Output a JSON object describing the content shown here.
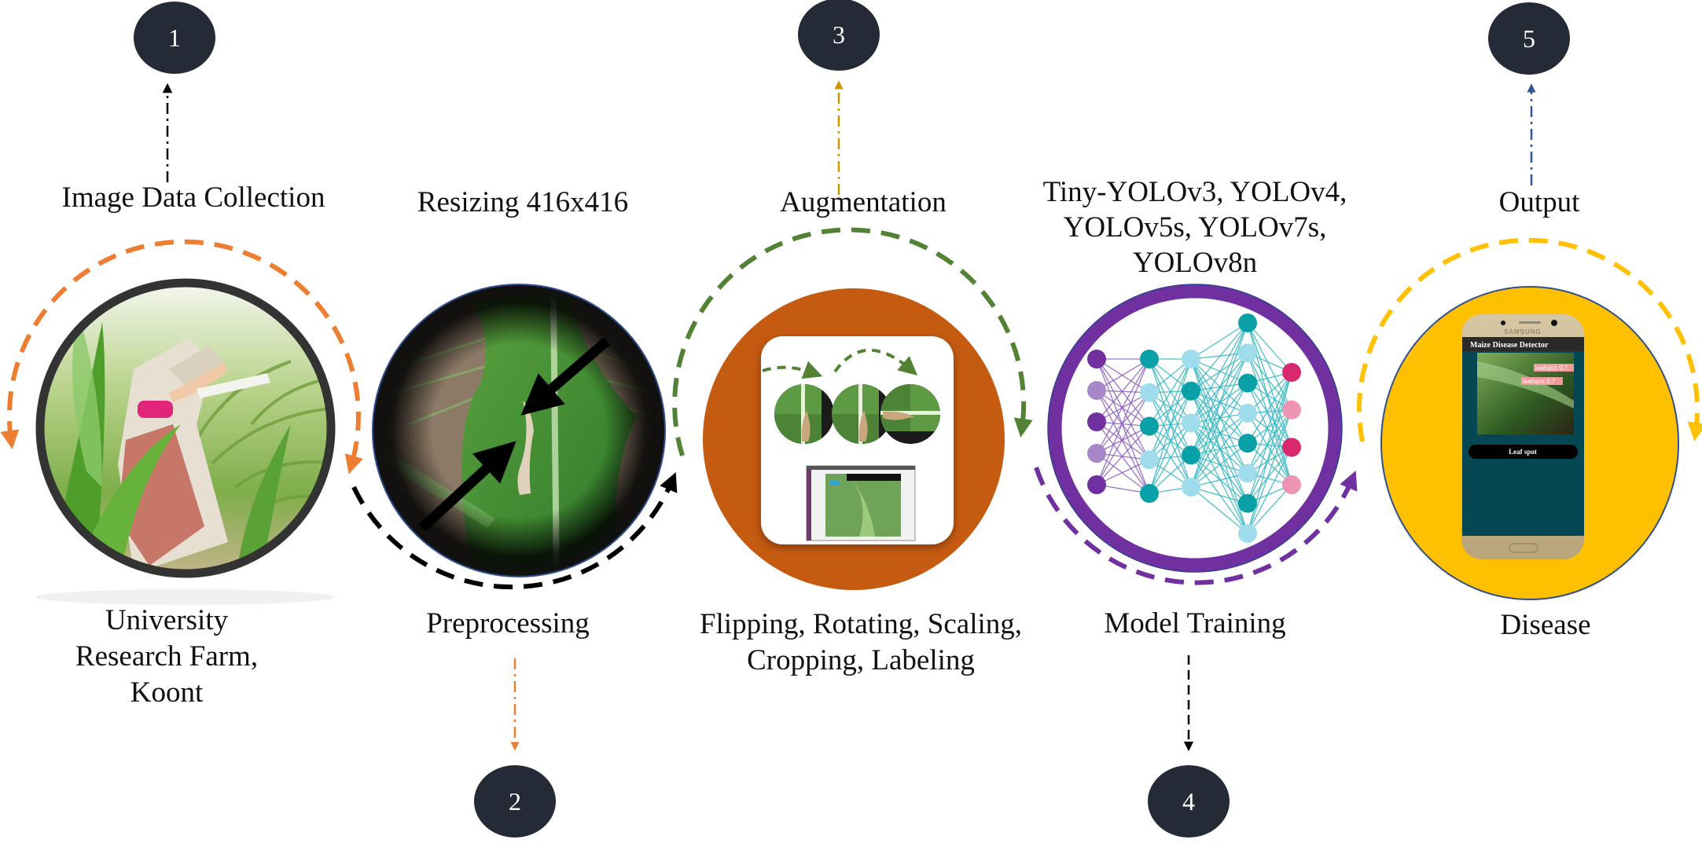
{
  "title": "Maize disease detection pipeline",
  "colors": {
    "badge": "#242b36",
    "badge_text": "#ffffff",
    "orange_arc": "#ed7d31",
    "black_arc": "#000000",
    "green_arc": "#548235",
    "purple_arc": "#7030a0",
    "yellow_arc": "#ffc000",
    "step3_fill": "#c55a11",
    "step4_ring": "#7030a0",
    "step5_fill": "#ffc000",
    "arrow_step1": "#000000",
    "arrow_step2": "#ed7d31",
    "arrow_step3": "#c99700",
    "arrow_step4": "#000000",
    "arrow_step5": "#2f5597"
  },
  "steps": [
    {
      "number": "1",
      "top_label": [
        "Image Data Collection"
      ],
      "bottom_label": [
        "University",
        "Research Farm,",
        "Koont"
      ],
      "image": "field-photo"
    },
    {
      "number": "2",
      "top_label": [
        "Resizing 416x416"
      ],
      "bottom_label": [
        "Preprocessing"
      ],
      "image": "leaf-lesion-closeup"
    },
    {
      "number": "3",
      "top_label": [
        "Augmentation"
      ],
      "bottom_label": [
        "Flipping, Rotating, Scaling,",
        "Cropping, Labeling"
      ],
      "image": "augmented-leaf-samples"
    },
    {
      "number": "4",
      "top_label": [
        "Tiny-YOLOv3, YOLOv4,",
        "YOLOv5s, YOLOv7s,",
        "YOLOv8n"
      ],
      "bottom_label": [
        "Model Training"
      ],
      "image": "neural-network",
      "network_layers": [
        5,
        5,
        5,
        8,
        4
      ]
    },
    {
      "number": "5",
      "top_label": [
        "Output"
      ],
      "bottom_label": [
        "Disease"
      ],
      "image": "phone-app"
    }
  ],
  "phone": {
    "brand": "SAMSUNG",
    "app_title": "Maize Disease Detector",
    "detections": [
      "leafspot 0.7",
      "leafspot 0.7"
    ],
    "result": "Leaf spot"
  }
}
